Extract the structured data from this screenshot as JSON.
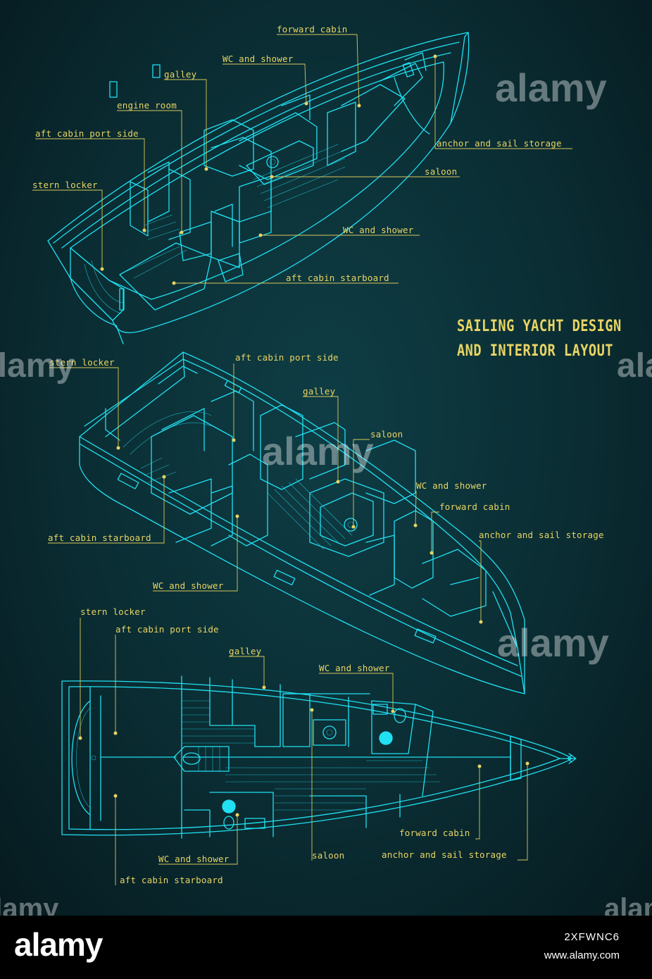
{
  "title": {
    "line1": "SAILING YACHT DESIGN",
    "line2": "AND INTERIOR LAYOUT"
  },
  "views": {
    "top_isometric": {
      "labels": {
        "forward_cabin": "forward cabin",
        "wc_shower_a": "WC and shower",
        "galley": "galley",
        "engine_room": "engine room",
        "aft_cabin_port": "aft cabin port side",
        "stern_locker": "stern locker",
        "anchor_sail": "anchor and sail storage",
        "saloon": "saloon",
        "wc_shower_b": "WC and shower",
        "aft_cabin_starboard": "aft cabin starboard"
      }
    },
    "middle_isometric": {
      "labels": {
        "stern_locker": "stern locker",
        "aft_cabin_port": "aft cabin port side",
        "galley": "galley",
        "saloon": "saloon",
        "wc_shower_a": "WC and shower",
        "forward_cabin": "forward cabin",
        "anchor_sail": "anchor and sail storage",
        "aft_cabin_starboard": "aft cabin starboard",
        "wc_shower_b": "WC and shower"
      }
    },
    "plan_view": {
      "labels": {
        "stern_locker": "stern locker",
        "aft_cabin_port": "aft cabin port side",
        "galley": "galley",
        "wc_shower_a": "WC and shower",
        "forward_cabin": "forward cabin",
        "anchor_sail": "anchor and sail storage",
        "wc_shower_b": "WC and shower",
        "saloon": "saloon",
        "aft_cabin_starboard": "aft cabin starboard"
      }
    }
  },
  "watermark": "alamy",
  "footer": {
    "logo": "alamy",
    "image_id": "2XFWNC6",
    "url": "www.alamy.com"
  },
  "colors": {
    "background": "#0a2d33",
    "line": "#21e0f2",
    "label": "#e8d463",
    "footer": "#000000"
  }
}
